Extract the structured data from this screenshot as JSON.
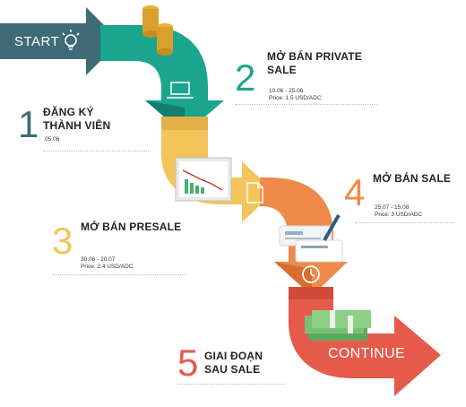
{
  "start_label": "START",
  "continue_label": "CONTINUE",
  "steps": [
    {
      "number": "1",
      "title": "ĐĂNG KÝ\nTHÀNH VIÊN",
      "date": "05.06",
      "price": ""
    },
    {
      "number": "2",
      "title": "MỞ BÁN PRIVATE\nSALE",
      "date": "10.06 - 25.06",
      "price": "Price: 1.5 USD/ADC"
    },
    {
      "number": "3",
      "title": "MỞ BÁN PRESALE",
      "date": "30.06 - 20.07",
      "price": "Price: 2.4 USD/ADC"
    },
    {
      "number": "4",
      "title": "MỞ BÁN SALE",
      "date": "25.07 - 15.08",
      "price": "Price: 3 USD/ADC"
    },
    {
      "number": "5",
      "title": "GIAI ĐOẠN\nSAU SALE",
      "date": "",
      "price": ""
    }
  ],
  "colors": {
    "start_arrow": "#3f6b77",
    "teal": "#1aa58e",
    "teal_dark": "#13806e",
    "yellow": "#f2c45a",
    "yellow_dark": "#d9a43a",
    "orange": "#f08a4b",
    "orange_dark": "#d96c2f",
    "red": "#e65a4c",
    "red_dark": "#c4412f",
    "num1": "#3f6b77",
    "num2": "#1aa58e",
    "num3": "#f2c45a",
    "num4": "#f08a4b",
    "num5": "#e65a4c"
  },
  "icons": [
    "bulb-icon",
    "coins-icon",
    "laptop-icon",
    "chart-board-icon",
    "document-icon",
    "cheque-pen-icon",
    "clock-icon",
    "money-stack-icon"
  ]
}
